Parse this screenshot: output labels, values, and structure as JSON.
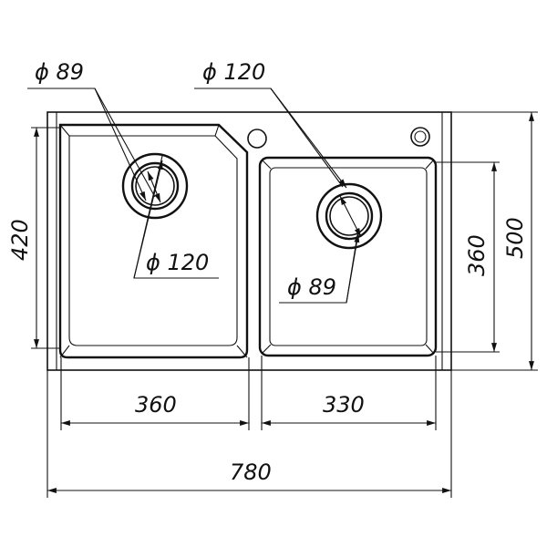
{
  "dimensions": {
    "overall_width": "780",
    "overall_height": "500",
    "left_bowl_width": "360",
    "right_bowl_width": "330",
    "left_bowl_height": "420",
    "right_bowl_height": "360"
  },
  "drains": {
    "left_bowl_outer": "ϕ 89",
    "left_bowl_inner": "ϕ 120",
    "right_bowl_outer": "ϕ 120",
    "right_bowl_inner": "ϕ 89"
  }
}
